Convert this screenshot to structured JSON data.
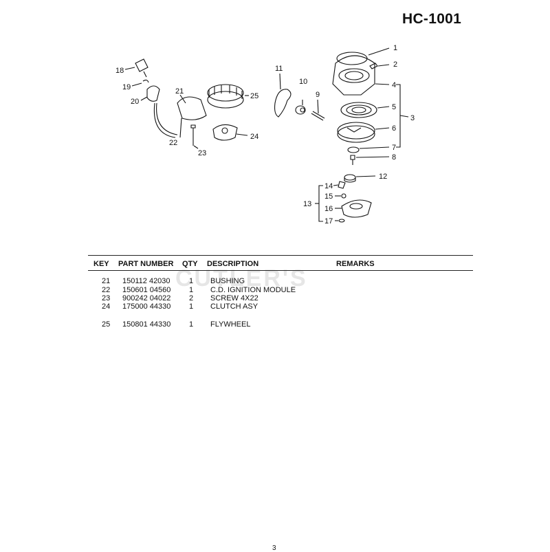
{
  "document": {
    "model_code": "HC-1001",
    "watermark": "CUTLER'S",
    "page_number": "3"
  },
  "diagram": {
    "callouts": [
      "1",
      "2",
      "3",
      "4",
      "5",
      "6",
      "7",
      "8",
      "9",
      "10",
      "11",
      "12",
      "13",
      "14",
      "15",
      "16",
      "17",
      "18",
      "19",
      "20",
      "21",
      "22",
      "23",
      "24",
      "25"
    ]
  },
  "parts_table": {
    "headers": {
      "key": "KEY",
      "part_number": "PART NUMBER",
      "qty": "QTY",
      "description": "DESCRIPTION",
      "remarks": "REMARKS"
    },
    "rows": [
      {
        "key": "21",
        "part_number": "150112 42030",
        "qty": "1",
        "description": "BUSHING"
      },
      {
        "key": "22",
        "part_number": "150601 04560",
        "qty": "1",
        "description": "C.D. IGNITION MODULE"
      },
      {
        "key": "23",
        "part_number": "900242 04022",
        "qty": "2",
        "description": "SCREW  4X22"
      },
      {
        "key": "24",
        "part_number": "175000 44330",
        "qty": "1",
        "description": "CLUTCH ASY"
      },
      {
        "key": "25",
        "part_number": "150801 44330",
        "qty": "1",
        "description": "FLYWHEEL"
      }
    ]
  }
}
